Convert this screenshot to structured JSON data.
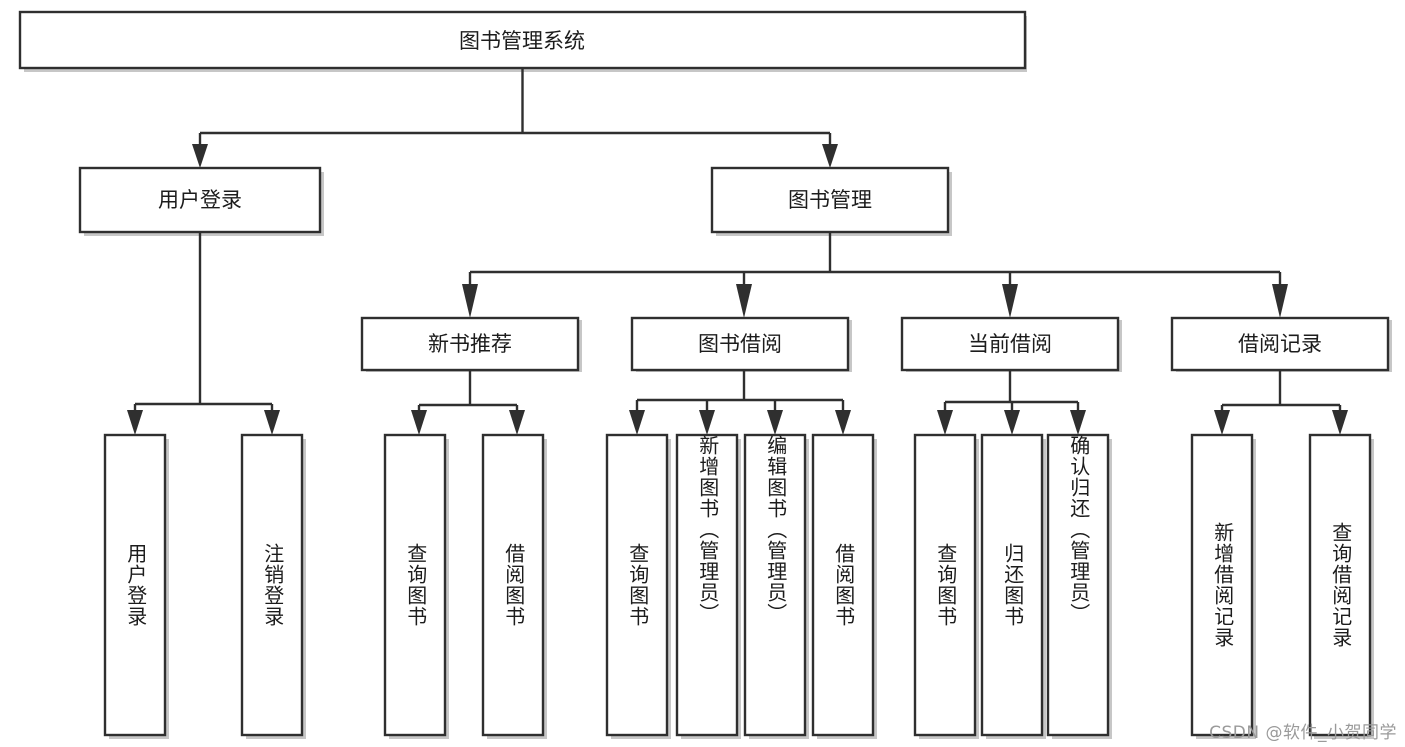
{
  "diagram": {
    "type": "tree",
    "title": "图书管理系统",
    "orientation": "top-down",
    "colors": {
      "box_stroke": "#2f2f2f",
      "box_fill": "#ffffff",
      "connector": "#2f2f2f",
      "text": "#1c1c1c",
      "watermark": "#9a9a9a",
      "background": "#ffffff"
    },
    "root": {
      "label": "图书管理系统"
    },
    "level1": [
      {
        "label": "用户登录"
      },
      {
        "label": "图书管理"
      }
    ],
    "level2": [
      {
        "label": "新书推荐",
        "parent": "图书管理"
      },
      {
        "label": "图书借阅",
        "parent": "图书管理"
      },
      {
        "label": "当前借阅",
        "parent": "图书管理"
      },
      {
        "label": "借阅记录",
        "parent": "图书管理"
      }
    ],
    "leaves": {
      "user_login": [
        {
          "label": "用户登录"
        },
        {
          "label": "注销登录"
        }
      ],
      "new_book_recommend": [
        {
          "label": "查询图书"
        },
        {
          "label": "借阅图书"
        }
      ],
      "book_borrow": [
        {
          "label": "查询图书"
        },
        {
          "label": "新增图书（管理员）"
        },
        {
          "label": "编辑图书（管理员）"
        },
        {
          "label": "借阅图书"
        }
      ],
      "current_borrow": [
        {
          "label": "查询图书"
        },
        {
          "label": "归还图书"
        },
        {
          "label": "确认归还（管理员）"
        }
      ],
      "borrow_record": [
        {
          "label": "新增借阅记录"
        },
        {
          "label": "查询借阅记录"
        }
      ]
    },
    "watermark": "CSDN @软件_小贺同学"
  }
}
